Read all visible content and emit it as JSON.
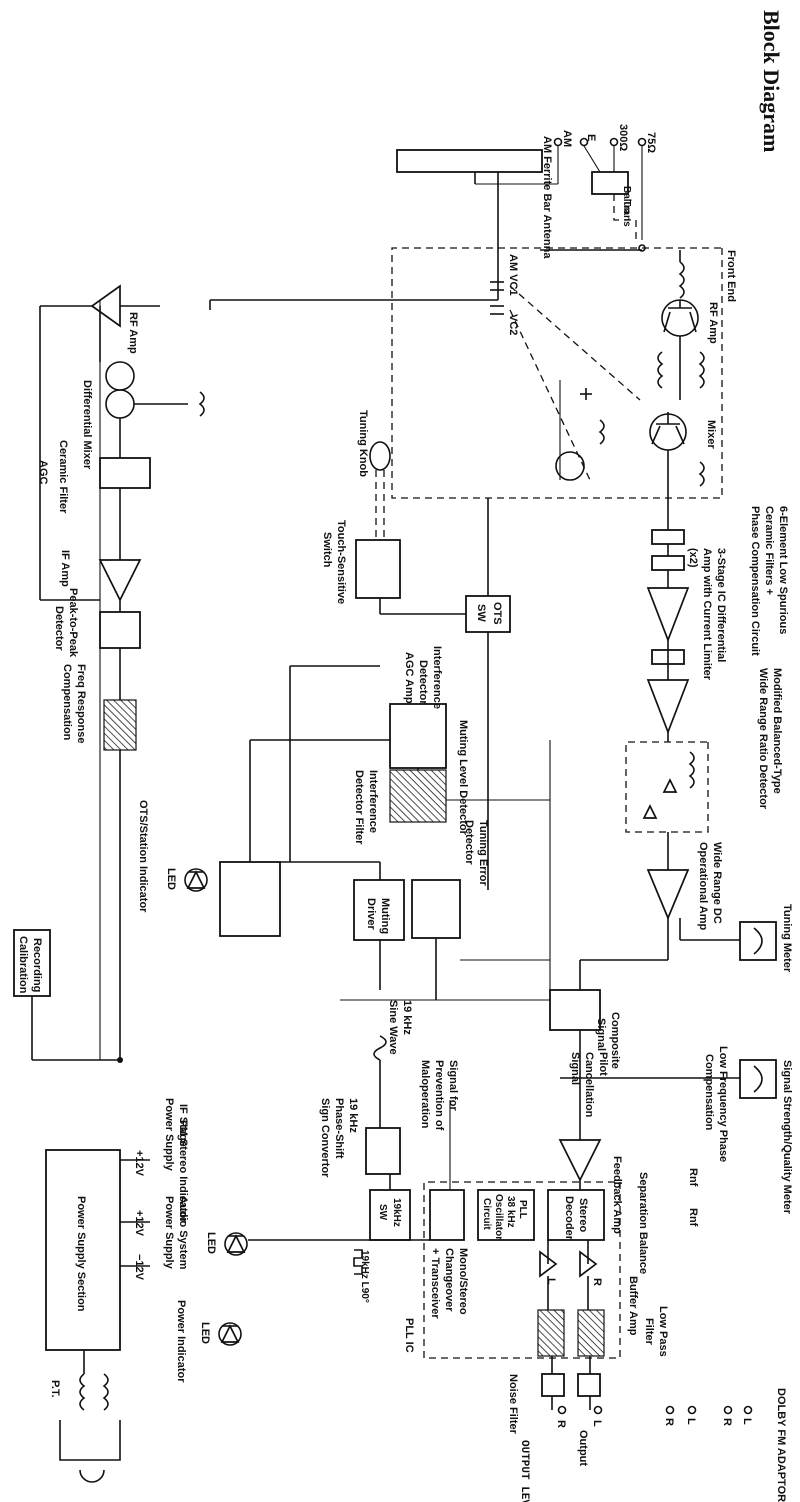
{
  "title": "Block Diagram",
  "antenna": {
    "fm75": "75Ω",
    "fm300": "300Ω",
    "ground": "E",
    "am": "AM",
    "balun": [
      "Balun",
      "Trans"
    ],
    "ferrite": "AM Ferrite Bar Antenna"
  },
  "front_end": {
    "section": "Front End",
    "rf_amp": "RF Amp",
    "mixer": "Mixer",
    "am_vc1": "AM VC1",
    "am_vc2": "VC2"
  },
  "fm_if": {
    "filters": [
      "6-Element Low Spurious",
      "Ceramic Filters +",
      "Phase Compensation Circuit"
    ],
    "ic_amp": [
      "3-Stage IC Differential",
      "Amp with Current Limiter",
      "(x2)"
    ],
    "ratio_detector": [
      "Modified Balanced-Type",
      "Wide Range Ratio Detector"
    ],
    "dc_amp": [
      "Wide Range DC",
      "Operational Amp"
    ],
    "tuning_meter": "Tuning Meter",
    "signal_meter": "Signal Strength/Quality Meter"
  },
  "control": {
    "tuning_knob": "Tuning Knob",
    "touch_switch": [
      "Touch-Sensitive",
      "Switch"
    ],
    "ots": [
      "OTS",
      "SW"
    ],
    "interference_amp": [
      "Interference",
      "Detector",
      "AGC Amp"
    ],
    "interference_filter": [
      "Interference",
      "Detector Filter"
    ],
    "muting_level": "Muting Level Detector",
    "tuning_error": [
      "Tuning Error",
      "Detector"
    ],
    "muting_driver": [
      "Muting",
      "Driver"
    ],
    "ots_indicator": "OTS/Station Indicator",
    "led": "LED"
  },
  "am": {
    "rf_amp": "RF Amp",
    "diff_mixer": "Differential Mixer",
    "agc": "AGC",
    "ceramic_filter": "Ceramic Filter",
    "if_amp": "IF Amp",
    "peak_detector": [
      "Peak-to-Peak",
      "Detector"
    ],
    "freq_comp": [
      "Freq Response",
      "Compensation"
    ],
    "recording_cal": [
      "Recording",
      "Calibration"
    ]
  },
  "mpx": {
    "composite": [
      "Composite",
      "Signal"
    ],
    "pilot": [
      "Pilot",
      "Cancellation",
      "Signal"
    ],
    "low_freq": [
      "Low Frequency Phase",
      "Compensation"
    ],
    "feedback_amp": "Feedback Amp",
    "separation": "Separation Balance",
    "rnf1": "Rnf",
    "rnf2": "Rnf",
    "stereo_decoder": [
      "Stereo",
      "Decoder"
    ],
    "pll": [
      "PLL",
      "38 kHz",
      "Oscillator",
      "Circuit"
    ],
    "pll_ic": "PLL IC",
    "mono_stereo": [
      "Mono/Stereo",
      "Changeover",
      "+ Transceiver"
    ],
    "sw19": [
      "19kHz",
      "SW"
    ],
    "sig_prevention": [
      "Signal for",
      "Prevention of",
      "Maloperation"
    ],
    "sine19": [
      "19 kHz",
      "Sine Wave"
    ],
    "phase_shift": [
      "19 kHz",
      "Phase-Shift",
      "Sign Convertor"
    ],
    "l90": "19kHz L90°",
    "buffer_amp": "Buffer Amp",
    "r": "R",
    "l": "L",
    "lowpass": [
      "Low Pass",
      "Filter"
    ],
    "noise_filter": "Noise Filter",
    "fm_stereo_indicator": "FM Stereo Indicator"
  },
  "outputs": {
    "dolby": "DOLBY FM ADAPTOR",
    "output": "Output",
    "level": "OUTPUT LEVEL VOLUME",
    "out_l": "L",
    "out_r": "R"
  },
  "power": {
    "section": "Power Supply Section",
    "if_supply": [
      "IF Stage",
      "Power Supply"
    ],
    "audio_supply": [
      "Audio System",
      "Power Supply"
    ],
    "v12": "+12V",
    "v12b": "+12V",
    "vm12": "−12V",
    "pt": "P.T.",
    "indicator": "Power Indicator"
  }
}
